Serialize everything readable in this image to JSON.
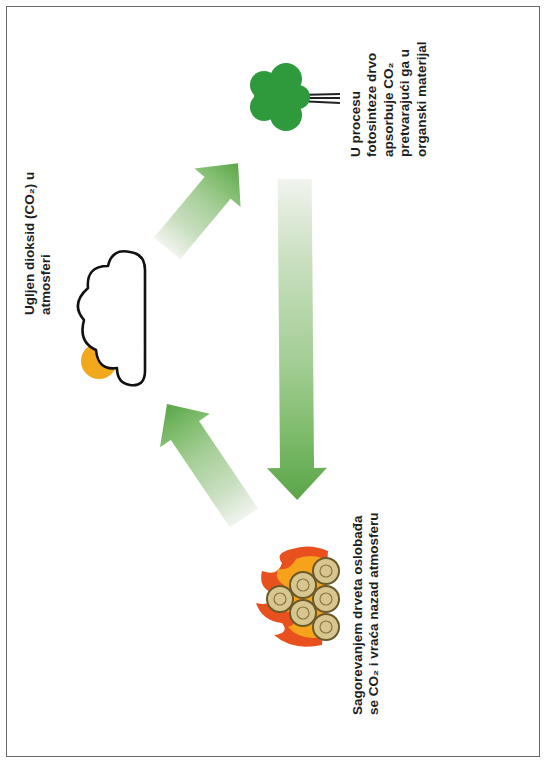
{
  "diagram": {
    "nodes": [
      {
        "text": [
          "Ugljen dioksid (CO₂) u atmosferi"
        ]
      },
      {
        "text": [
          "U procesu fotosinteze drvo apsorbuje CO₂ pretvarajući ga u organski materijal"
        ]
      },
      {
        "text": [
          "Sagorevanjem drveta oslobađa se CO₂ i vraća nazad atmosferu"
        ]
      }
    ],
    "edges": [
      {
        "from": 0,
        "to": 1,
        "arrow": "to"
      },
      {
        "from": 1,
        "to": 2,
        "arrow": "to"
      },
      {
        "from": 2,
        "to": 0,
        "arrow": "to"
      }
    ]
  }
}
